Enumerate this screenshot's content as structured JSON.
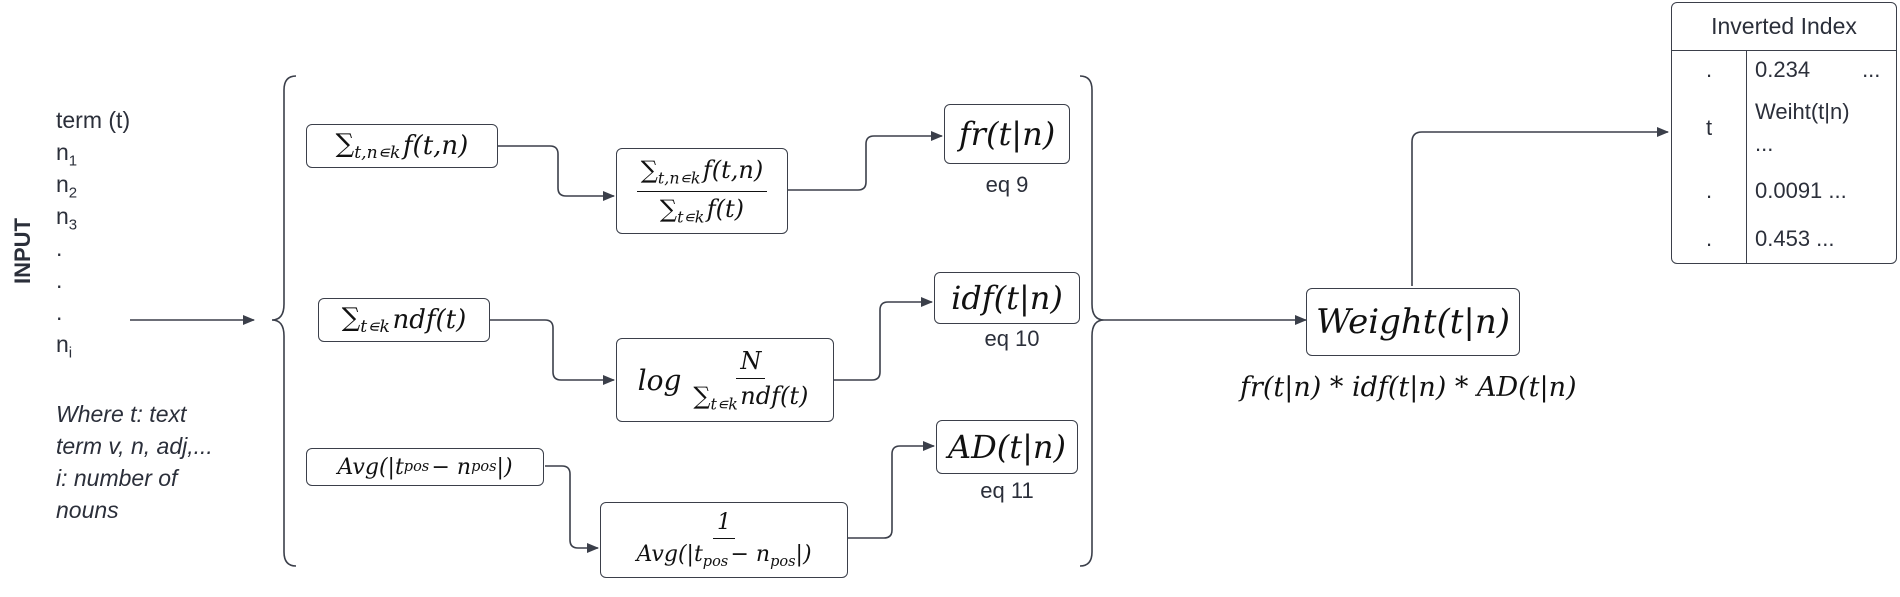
{
  "input": {
    "side_label": "INPUT",
    "items": [
      "term (t)",
      "n",
      "n",
      "n",
      ".",
      ".",
      ".",
      "n"
    ],
    "subs": [
      "",
      "1",
      "2",
      "3",
      "",
      "",
      "",
      "i"
    ],
    "note_lines": [
      "Where t: text",
      "term v, n, adj,...",
      "i: number of",
      "nouns"
    ]
  },
  "boxes": {
    "sum_tnk": "f(t,n)",
    "sum_tk": "ndf(t)",
    "avg": "Avg(|t",
    "fr_num": "f(t,n)",
    "fr_den": "f(t)",
    "log": "log",
    "idf_num": "N",
    "idf_den": "ndf(t)",
    "ad_num": "1",
    "fr": "fr(t|n)",
    "idf": "idf(t|n)",
    "ad": "AD(t|n)",
    "weight": "Weight(t|n)"
  },
  "eq_labels": [
    "eq 9",
    "eq 10",
    "eq 11"
  ],
  "formula": "fr(t|n) * idf(t|n) * AD(t|n)",
  "table": {
    "title": "Inverted Index",
    "rows": [
      {
        "key": ".",
        "value": "0.234",
        "tail": "..."
      },
      {
        "key": "t",
        "value": "Weiht(t|n)",
        "tail": "..."
      },
      {
        "key": ".",
        "value": "0.0091 ...",
        "tail": ""
      },
      {
        "key": ".",
        "value": "0.453 ...",
        "tail": ""
      }
    ]
  }
}
